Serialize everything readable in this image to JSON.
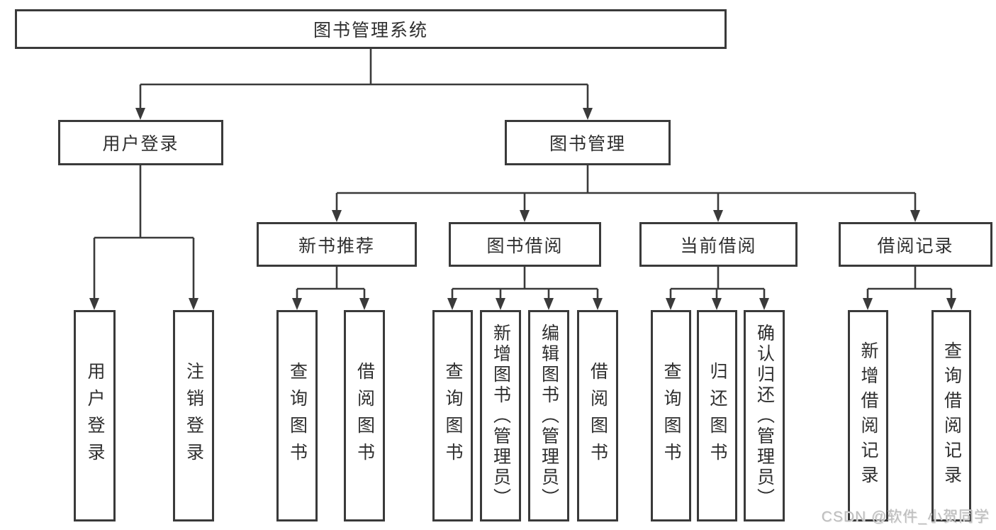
{
  "diagram": {
    "title": "图书管理系统",
    "line_color": "#3a3a3a",
    "text_color": "#2f2f2f",
    "watermark": "CSDN @软件_小贺同学",
    "nodes": {
      "root": {
        "label": "图书管理系统"
      },
      "user_login": {
        "label": "用户登录"
      },
      "book_mgmt": {
        "label": "图书管理"
      },
      "new_book_rec": {
        "label": "新书推荐"
      },
      "book_borrow": {
        "label": "图书借阅"
      },
      "current_borrow": {
        "label": "当前借阅"
      },
      "borrow_records": {
        "label": "借阅记录"
      },
      "leaf_user_login": {
        "label": "用户登录"
      },
      "leaf_logout": {
        "label": "注销登录"
      },
      "leaf_query_books_newrec": {
        "label": "查询图书"
      },
      "leaf_borrow_books_newrec": {
        "label": "借阅图书"
      },
      "leaf_query_books_borrow": {
        "label": "查询图书"
      },
      "leaf_add_books": {
        "label": "新增图书（管理员）"
      },
      "leaf_edit_books": {
        "label": "编辑图书（管理员）"
      },
      "leaf_borrow_books_borrow": {
        "label": "借阅图书"
      },
      "leaf_query_books_current": {
        "label": "查询图书"
      },
      "leaf_return_books": {
        "label": "归还图书"
      },
      "leaf_confirm_return": {
        "label": "确认归还（管理员）"
      },
      "leaf_add_borrow_record": {
        "label": "新增借阅记录"
      },
      "leaf_query_borrow_record": {
        "label": "查询借阅记录"
      }
    },
    "hierarchy": {
      "图书管理系统": {
        "用户登录": [
          "用户登录",
          "注销登录"
        ],
        "图书管理": {
          "新书推荐": [
            "查询图书",
            "借阅图书"
          ],
          "图书借阅": [
            "查询图书",
            "新增图书（管理员）",
            "编辑图书（管理员）",
            "借阅图书"
          ],
          "当前借阅": [
            "查询图书",
            "归还图书",
            "确认归还（管理员）"
          ],
          "借阅记录": [
            "新增借阅记录",
            "查询借阅记录"
          ]
        }
      }
    }
  }
}
